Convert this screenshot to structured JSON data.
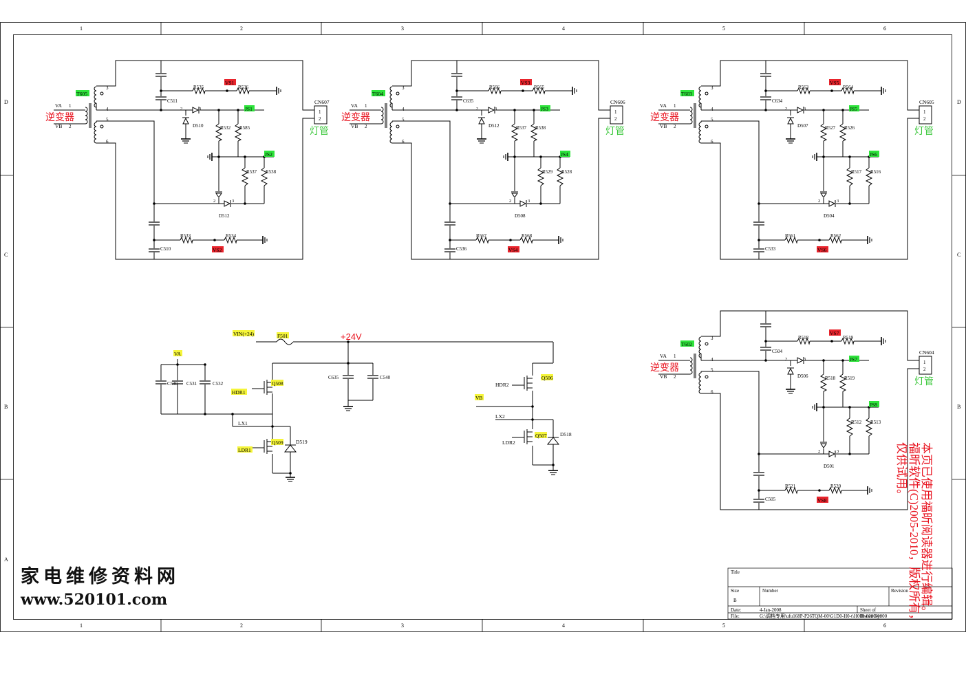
{
  "frame": {
    "col_labels": [
      "1",
      "2",
      "3",
      "4",
      "5",
      "6"
    ],
    "row_labels": [
      "D",
      "C",
      "B",
      "A"
    ]
  },
  "inverters": [
    {
      "transformer": "T605",
      "va": "VA",
      "vb": "VB",
      "pins": [
        "1",
        "2",
        "3",
        "4",
        "5",
        "6"
      ],
      "inverter_label": "逆变器",
      "lamp_label": "灯管",
      "connector": "CN607",
      "conn_pins": [
        "1",
        "2"
      ],
      "cap_top": "C511",
      "cap_bottom": "C510",
      "r_top_a": "R535",
      "r_top_b": "R536",
      "r_bot_a": "R533",
      "r_bot_b": "R534",
      "vs_top": "VS1",
      "vs_bot": "VS2",
      "js_a": "JS1",
      "js_b": "JS2",
      "d_top": "D510",
      "d_bot": "D512",
      "r_mid_a": "R532",
      "r_mid_b": "R585",
      "r_low_a": "R537",
      "r_low_b": "R538",
      "d_pin_a": "2",
      "d_pin_b": "3"
    },
    {
      "transformer": "T604",
      "va": "VA",
      "vb": "VB",
      "pins": [
        "1",
        "2",
        "3",
        "4",
        "5",
        "6"
      ],
      "inverter_label": "逆变器",
      "lamp_label": "灯管",
      "connector": "CN606",
      "conn_pins": [
        "1",
        "2"
      ],
      "cap_top": "C635",
      "cap_bottom": "C536",
      "r_top_a": "R566",
      "r_top_b": "R565",
      "r_bot_a": "R567",
      "r_bot_b": "R568",
      "vs_top": "VS3",
      "vs_bot": "VS4",
      "js_a": "JS3",
      "js_b": "JS4",
      "d_top": "D512",
      "d_bot": "D508",
      "r_mid_a": "R537",
      "r_mid_b": "R538",
      "r_low_a": "R529",
      "r_low_b": "R528",
      "d_pin_a": "2",
      "d_pin_b": "3"
    },
    {
      "transformer": "T603",
      "va": "VA",
      "vb": "VB",
      "pins": [
        "1",
        "2",
        "3",
        "4",
        "5",
        "6"
      ],
      "inverter_label": "逆变器",
      "lamp_label": "灯管",
      "connector": "CN605",
      "conn_pins": [
        "1",
        "2"
      ],
      "cap_top": "C634",
      "cap_bottom": "C533",
      "r_top_a": "R563",
      "r_top_b": "R564",
      "r_bot_a": "R561",
      "r_bot_b": "R562",
      "vs_top": "VS5",
      "vs_bot": "VS6",
      "js_a": "JS5",
      "js_b": "JS6",
      "d_top": "D507",
      "d_bot": "D504",
      "r_mid_a": "R527",
      "r_mid_b": "R526",
      "r_low_a": "R517",
      "r_low_b": "R516",
      "d_pin_a": "2",
      "d_pin_b": "3"
    },
    {
      "transformer": "T602",
      "va": "VA",
      "vb": "VB",
      "pins": [
        "1",
        "2",
        "3",
        "4",
        "5",
        "6"
      ],
      "inverter_label": "逆变器",
      "lamp_label": "灯管",
      "connector": "CN604",
      "conn_pins": [
        "1",
        "2"
      ],
      "cap_top": "C504",
      "cap_bottom": "C505",
      "r_top_a": "R518",
      "r_top_b": "R519",
      "r_bot_a": "R521",
      "r_bot_b": "R520",
      "vs_top": "VS7",
      "vs_bot": "VS8",
      "js_a": "JS7",
      "js_b": "JS8",
      "d_top": "D506",
      "d_bot": "D501",
      "r_mid_a": "R518",
      "r_mid_b": "R519",
      "r_low_a": "R512",
      "r_low_b": "R513",
      "d_pin_a": "2",
      "d_pin_b": "3"
    }
  ],
  "power": {
    "vin": "VIN(+24)",
    "fuse": "F501",
    "v24": "+24V",
    "va": "VA",
    "vb": "VB",
    "c_in": [
      "C530",
      "C531",
      "C532"
    ],
    "c_bulk": "C635",
    "c_bulk2": "C540",
    "q1": "Q508",
    "q1_gate": "HDR1",
    "q2": "Q509",
    "q2_gate": "LDR1",
    "d_left": "D519",
    "lx1": "LX1",
    "q3": "Q506",
    "q3_gate": "HDR2",
    "q4": "Q507",
    "q4_gate": "LDR2",
    "d_right": "D518",
    "lx2": "LX2"
  },
  "title_block": {
    "title": "Title",
    "size": "Size",
    "size_value": "B",
    "number": "Number",
    "revision": "Revision",
    "date_label": "Date:",
    "date": "4-Jan-2008",
    "sheet": "Sheet    of",
    "file_label": "File:",
    "file": "G:\\调档专用\\ufu168P-P26TQM-00\\G1D0-H0-t\\H000-0000-0000",
    "drawn": "Drawn By:"
  },
  "watermark": {
    "site_cn": "家电维修资料网",
    "site_url": "www.520101.com",
    "notice_line1": "本页已使用福昕阅读器进行编辑。",
    "notice_line2": "福昕软件(C)2005-2010，版权所有，",
    "notice_line3": "仅供试用。"
  },
  "colors": {
    "line": "#000000",
    "red_text": "#e8121e",
    "green_text": "#3ec83e",
    "red_tag": "#e8242c",
    "green_tag": "#2ee33b",
    "yellow_tag": "#f5f53a"
  }
}
